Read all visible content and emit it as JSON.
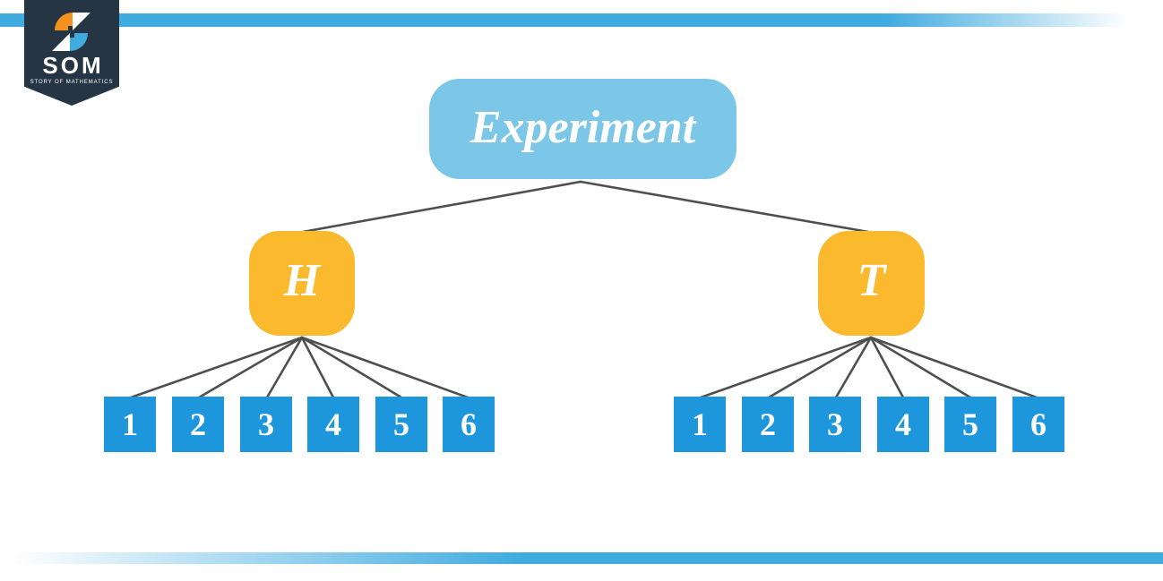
{
  "logo": {
    "brand": "SOM",
    "tagline": "STORY OF MATHEMATICS",
    "icon": "som-pinwheel-icon",
    "banner_color": "#263544",
    "icon_colors": {
      "orange": "#F5921E",
      "blue": "#3FABDF",
      "white": "#FFFFFF"
    }
  },
  "tree": {
    "root": {
      "label": "Experiment"
    },
    "branches": [
      {
        "label": "H",
        "outcomes": [
          "1",
          "2",
          "3",
          "4",
          "5",
          "6"
        ]
      },
      {
        "label": "T",
        "outcomes": [
          "1",
          "2",
          "3",
          "4",
          "5",
          "6"
        ]
      }
    ]
  },
  "colors": {
    "root_fill": "#7CC7E8",
    "branch_fill": "#FBB92D",
    "outcome_fill": "#1E96DC",
    "edge_line": "#4F4F4F",
    "stripe": "#3FABDF",
    "label_text": "#FFFFFF"
  }
}
